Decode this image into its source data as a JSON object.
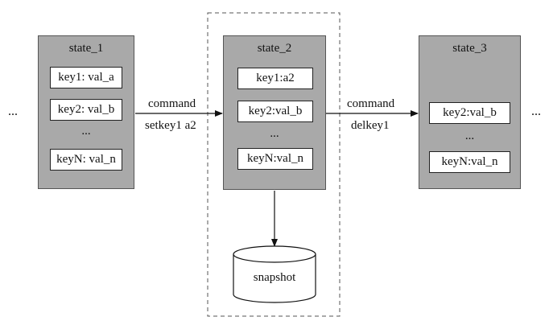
{
  "states": [
    {
      "title": "state_1",
      "entries": [
        "key1: val_a",
        "key2: val_b"
      ],
      "ellipsis": "...",
      "last": "keyN: val_n"
    },
    {
      "title": "state_2",
      "entries": [
        "key1:a2",
        "key2:val_b"
      ],
      "ellipsis": "...",
      "last": "keyN:val_n"
    },
    {
      "title": "state_3",
      "entries": [
        "key2:val_b"
      ],
      "ellipsis": "...",
      "last": "keyN:val_n"
    }
  ],
  "transitions": [
    {
      "line1": "command",
      "line2": "setkey1 a2"
    },
    {
      "line1": "command",
      "line2": "delkey1"
    }
  ],
  "snapshot": {
    "label": "snapshot"
  },
  "outer_ellipsis": {
    "left": "...",
    "right": "..."
  },
  "colors": {
    "state_fill": "#a9a9a9",
    "entry_fill": "#ffffff",
    "line": "#111111",
    "highlight_border": "#555555"
  }
}
